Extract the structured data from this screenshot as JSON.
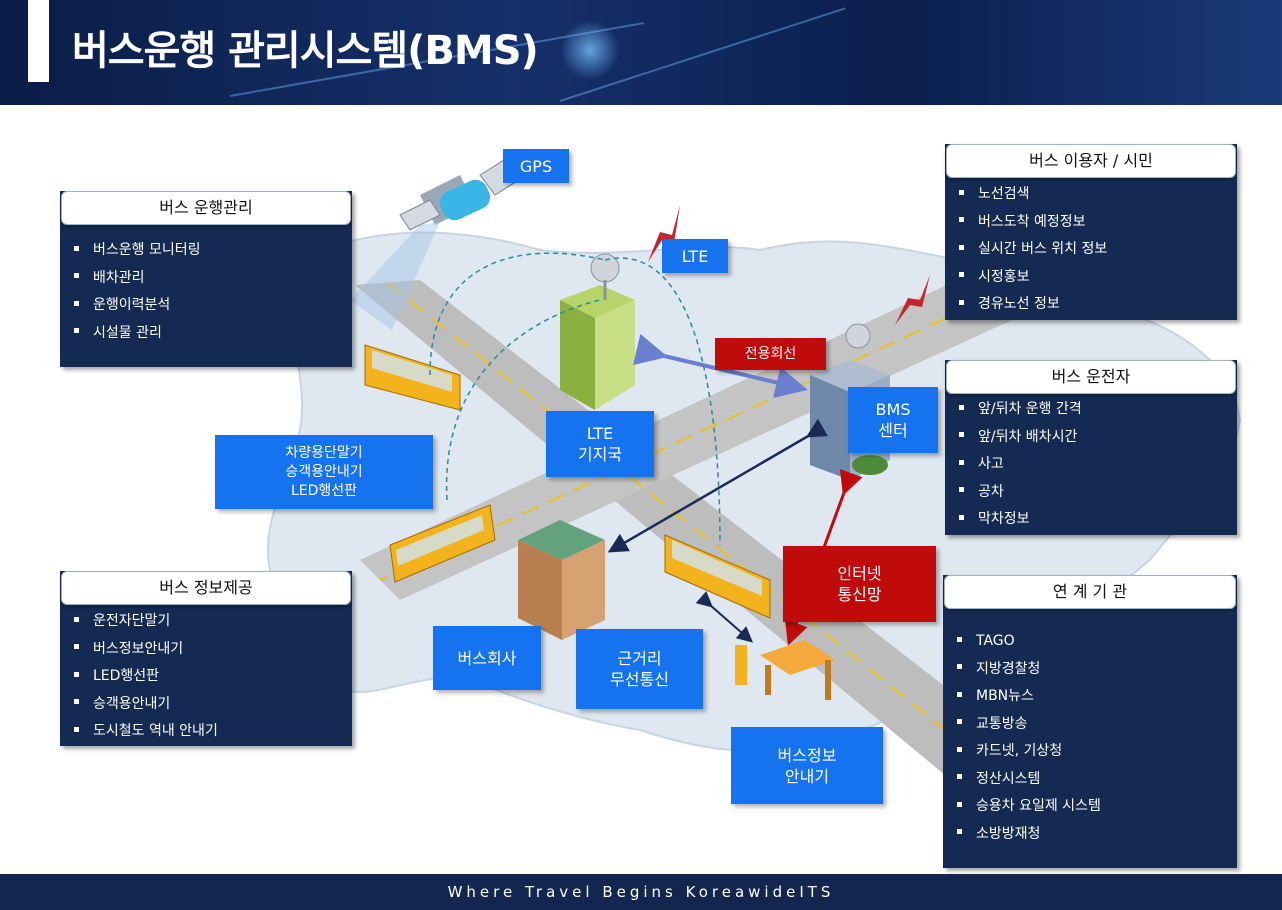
{
  "header": {
    "title": "버스운행 관리시스템(BMS)"
  },
  "footer": {
    "tagline": "Where Travel Begins KoreawideITS"
  },
  "boxes": {
    "operation": {
      "title": "버스 운행관리",
      "items": [
        "버스운행 모니터링",
        "배차관리",
        "운행이력분석",
        "시설물 관리"
      ]
    },
    "info": {
      "title": "버스 정보제공",
      "items": [
        "운전자단말기",
        "버스정보안내기",
        "LED행선판",
        "승객용안내기",
        "도시철도 역내 안내기"
      ]
    },
    "users": {
      "title": "버스 이용자 / 시민",
      "items": [
        "노선검색",
        "버스도착 예정정보",
        "실시간 버스 위치 정보",
        "시정홍보",
        "경유노선 정보"
      ]
    },
    "drivers": {
      "title": "버스 운전자",
      "items": [
        "앞/뒤차 운행 간격",
        "앞/뒤차 배차시간",
        "사고",
        "공차",
        "막차정보"
      ]
    },
    "agencies": {
      "title": "연 계 기 관",
      "items": [
        "TAGO",
        "지방경찰청",
        "MBN뉴스",
        "교통방송",
        "카드넷, 기상청",
        "정산시스템",
        "승용차 요일제 시스템",
        "소방방재청"
      ]
    }
  },
  "labels": {
    "gps": "GPS",
    "lte": "LTE",
    "lte_station": "LTE\n기지국",
    "dedicated_line": "전용회선",
    "bms_center": "BMS\n센터",
    "vehicle_devices": "차량용단말기\n승객용안내기\nLED행선판",
    "internet": "인터넷\n통신망",
    "bus_company": "버스회사",
    "short_range": "근거리\n무선통신",
    "bus_info_display": "버스정보\n안내기"
  },
  "colors": {
    "header_bg": "#0b1f4e",
    "box_bg": "#142a52",
    "label_blue": "#1673f0",
    "label_red": "#c10b0b",
    "road": "#bdbdbd",
    "land": "#dfe7f1"
  }
}
